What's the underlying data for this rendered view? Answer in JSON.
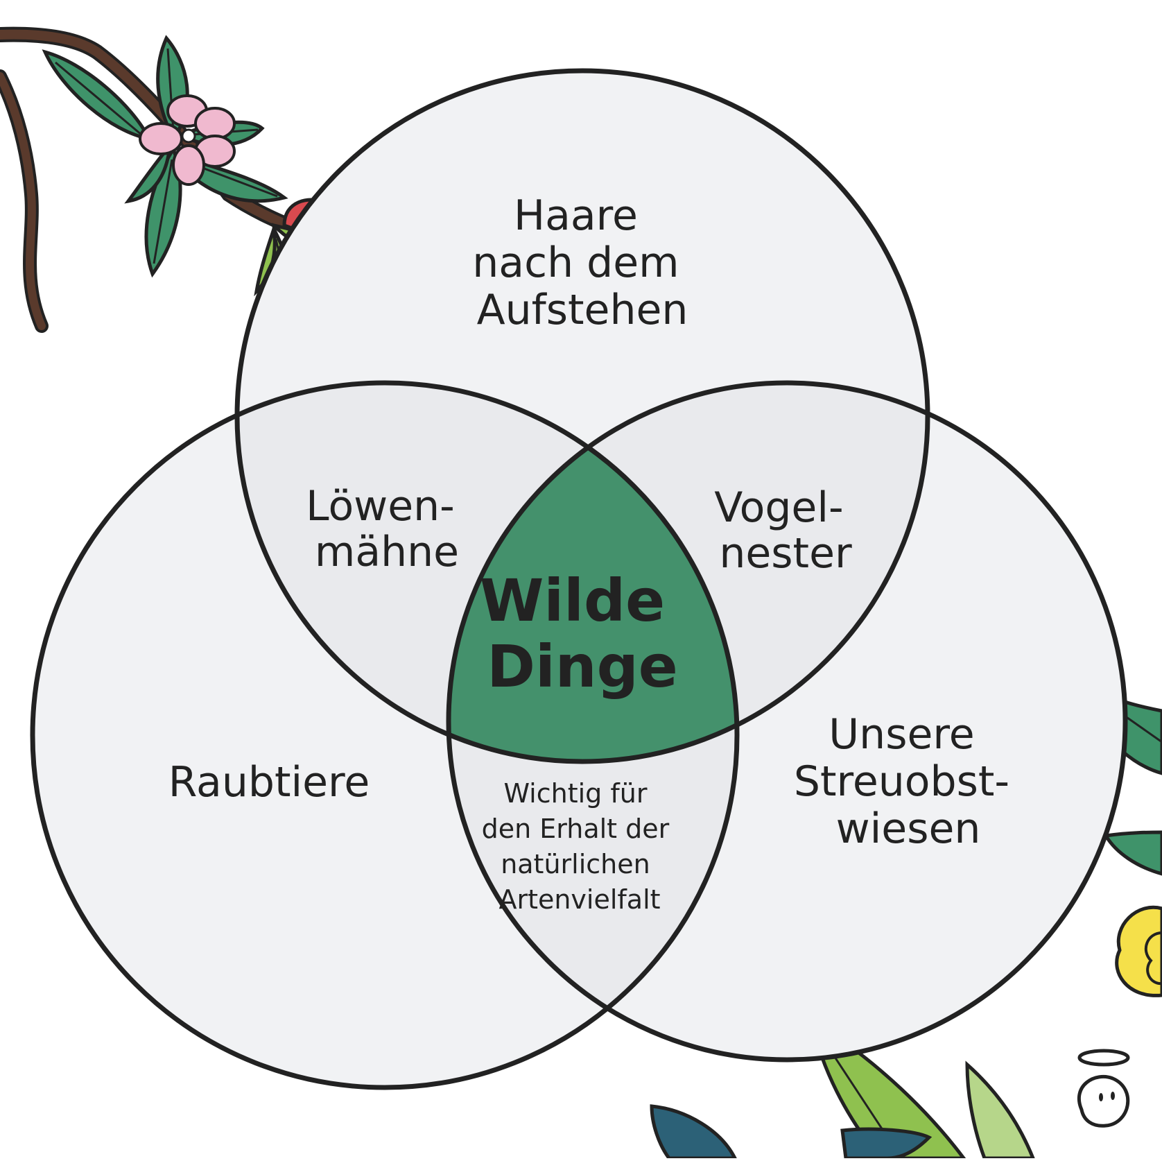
{
  "diagram": {
    "type": "venn",
    "regions": {
      "top": [
        "Haare",
        "nach dem",
        "Aufstehen"
      ],
      "left": [
        "Raubtiere"
      ],
      "right": [
        "Unsere",
        "Streuobst-",
        "wiesen"
      ],
      "top_left": [
        "Löwen-",
        "mähne"
      ],
      "top_right": [
        "Vogel-",
        "nester"
      ],
      "bottom": [
        "Wichtig für",
        "den Erhalt der",
        "natürlichen",
        "Artenvielfalt"
      ],
      "center": [
        "Wilde",
        "Dinge"
      ]
    },
    "colors": {
      "circle_fill": "#f1f2f4",
      "overlap_fill": "#e9eaed",
      "center_fill": "#44916c",
      "outline": "#222222",
      "leaf_dark": "#3f936a",
      "leaf_light": "#8fc14f",
      "branch": "#5a3a2c",
      "blossom": "#f0b9cf",
      "ladybug": "#d94a4f",
      "buttercup": "#f5e04a",
      "teal_leaf": "#2c6177"
    }
  }
}
